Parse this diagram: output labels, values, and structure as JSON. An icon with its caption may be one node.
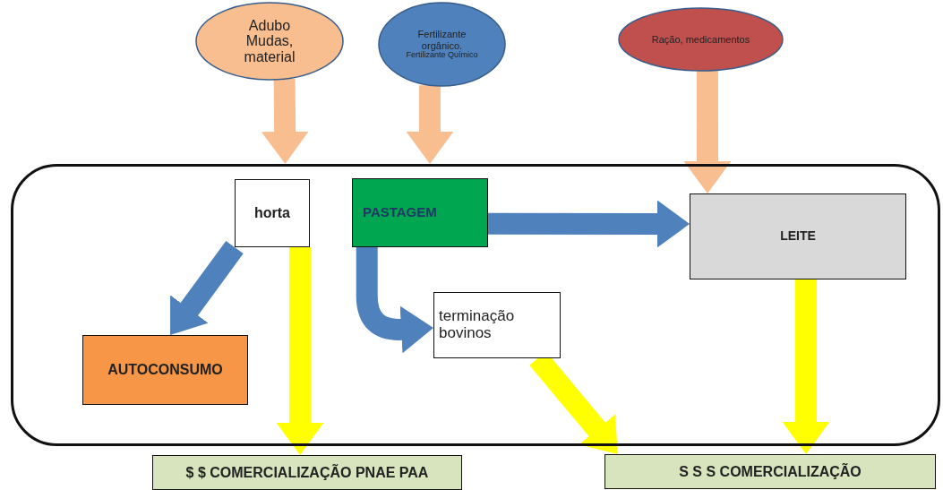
{
  "diagram": {
    "nodes": [
      {
        "text": [
          "Adubo Mudas, material"
        ]
      },
      {
        "text": [
          "Fertilizante orgânico.",
          "Fertilizante Químico"
        ]
      },
      {
        "text": [
          "Ração, medicamentos"
        ]
      },
      {
        "text": [],
        "shape": "box"
      },
      {
        "text": [
          "horta"
        ],
        "in": 3
      },
      {
        "text": [
          "PASTAGEM"
        ],
        "in": 3
      },
      {
        "text": [
          "LEITE"
        ],
        "in": 3
      },
      {
        "text": [
          "terminação bovinos"
        ],
        "in": 3
      },
      {
        "text": [
          "AUTOCONSUMO"
        ],
        "in": 3
      },
      {
        "text": [
          "$ $ COMERCIALIZAÇÃO PNAE PAA"
        ]
      },
      {
        "text": [
          "S S S COMERCIALIZAÇÃO"
        ]
      }
    ],
    "edges": [
      {
        "from": 0,
        "to": 3,
        "arrow": "to",
        "color": "#f9be8f"
      },
      {
        "from": 1,
        "to": 3,
        "arrow": "to",
        "color": "#f9be8f"
      },
      {
        "from": 2,
        "to": 6,
        "arrow": "to",
        "color": "#f9be8f"
      },
      {
        "from": 4,
        "to": 8,
        "arrow": "to",
        "color": "#4f81bd"
      },
      {
        "from": 5,
        "to": 6,
        "arrow": "to",
        "color": "#4f81bd"
      },
      {
        "from": 5,
        "to": 7,
        "arrow": "to",
        "color": "#4f81bd"
      },
      {
        "from": 4,
        "to": 9,
        "arrow": "to",
        "color": "#ffff00"
      },
      {
        "from": 7,
        "to": 10,
        "arrow": "to",
        "color": "#ffff00"
      },
      {
        "from": 6,
        "to": 10,
        "arrow": "to",
        "color": "#ffff00"
      }
    ]
  }
}
